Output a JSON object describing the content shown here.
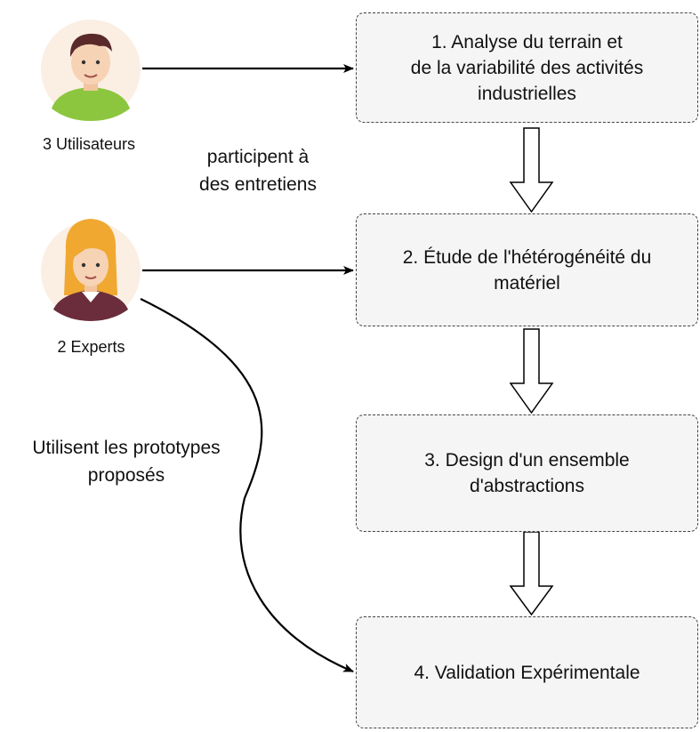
{
  "actors": {
    "users": {
      "label": "3 Utilisateurs",
      "icon": "male-user-avatar-icon"
    },
    "experts": {
      "label": "2 Experts",
      "icon": "female-expert-avatar-icon"
    }
  },
  "steps": [
    {
      "lines": [
        "1. Analyse du terrain et",
        "de la variabilité des activités",
        "industrielles"
      ]
    },
    {
      "lines": [
        "2. Étude de l'hétérogénéité du",
        "matériel"
      ]
    },
    {
      "lines": [
        "3. Design d'un ensemble",
        "d'abstractions"
      ]
    },
    {
      "lines": [
        "4. Validation Expérimentale"
      ]
    }
  ],
  "edge_labels": {
    "interviews": [
      "participent à",
      "des entretiens"
    ],
    "prototypes": [
      "Utilisent les prototypes",
      "proposés"
    ]
  },
  "colors": {
    "box_fill": "#f5f5f5",
    "box_border": "#444444",
    "avatar_bg": "#fbeee3",
    "user_shirt": "#8cc63f",
    "expert_hair": "#f0a830",
    "expert_top": "#6b2d3b",
    "arrow": "#000000"
  }
}
